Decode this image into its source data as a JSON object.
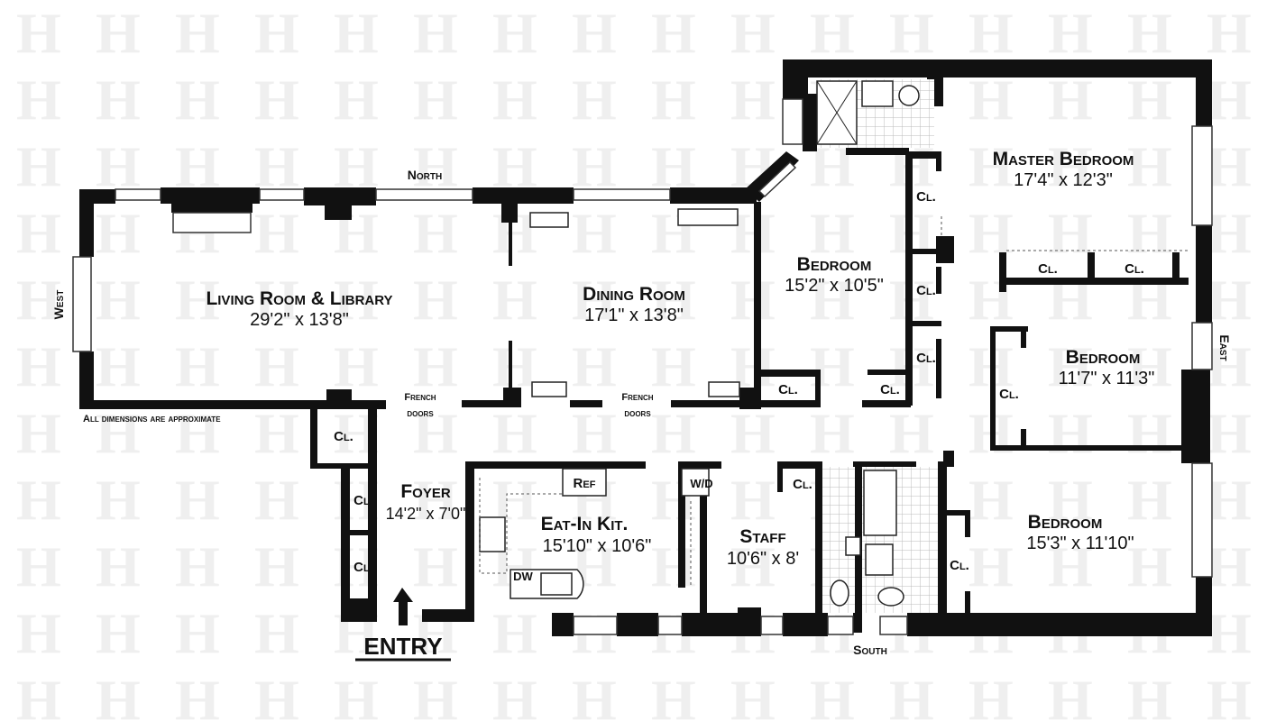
{
  "watermark": "H",
  "colors": {
    "wall": "#111111",
    "background": "#ffffff",
    "watermark": "#efefef"
  },
  "compass": {
    "north": "North",
    "south": "South",
    "east": "East",
    "west": "West"
  },
  "note": "All dimensions are approximate",
  "entry": "ENTRY",
  "closet_label": "Cl.",
  "french_doors": {
    "line1": "French",
    "line2": "doors"
  },
  "fixtures": {
    "ref": "Ref",
    "wd": "W/D",
    "dw": "DW"
  },
  "rooms": {
    "living": {
      "name": "Living Room & Library",
      "dims": "29'2\"  x  13'8\""
    },
    "dining": {
      "name": "Dining Room",
      "dims": "17'1\"  x  13'8\""
    },
    "bedroom_center": {
      "name": "Bedroom",
      "dims": "15'2\"  x  10'5\""
    },
    "master": {
      "name": "Master Bedroom",
      "dims": "17'4\"  x  12'3\""
    },
    "bedroom_east": {
      "name": "Bedroom",
      "dims": "11'7\"  x  11'3\""
    },
    "bedroom_south": {
      "name": "Bedroom",
      "dims": "15'3\"  x  11'10\""
    },
    "foyer": {
      "name": "Foyer",
      "dims": "14'2\" x 7'0\""
    },
    "kitchen": {
      "name": "Eat-In Kit.",
      "dims": "15'10\"  x  10'6\""
    },
    "staff": {
      "name": "Staff",
      "dims": "10'6\"  x  8'"
    }
  }
}
